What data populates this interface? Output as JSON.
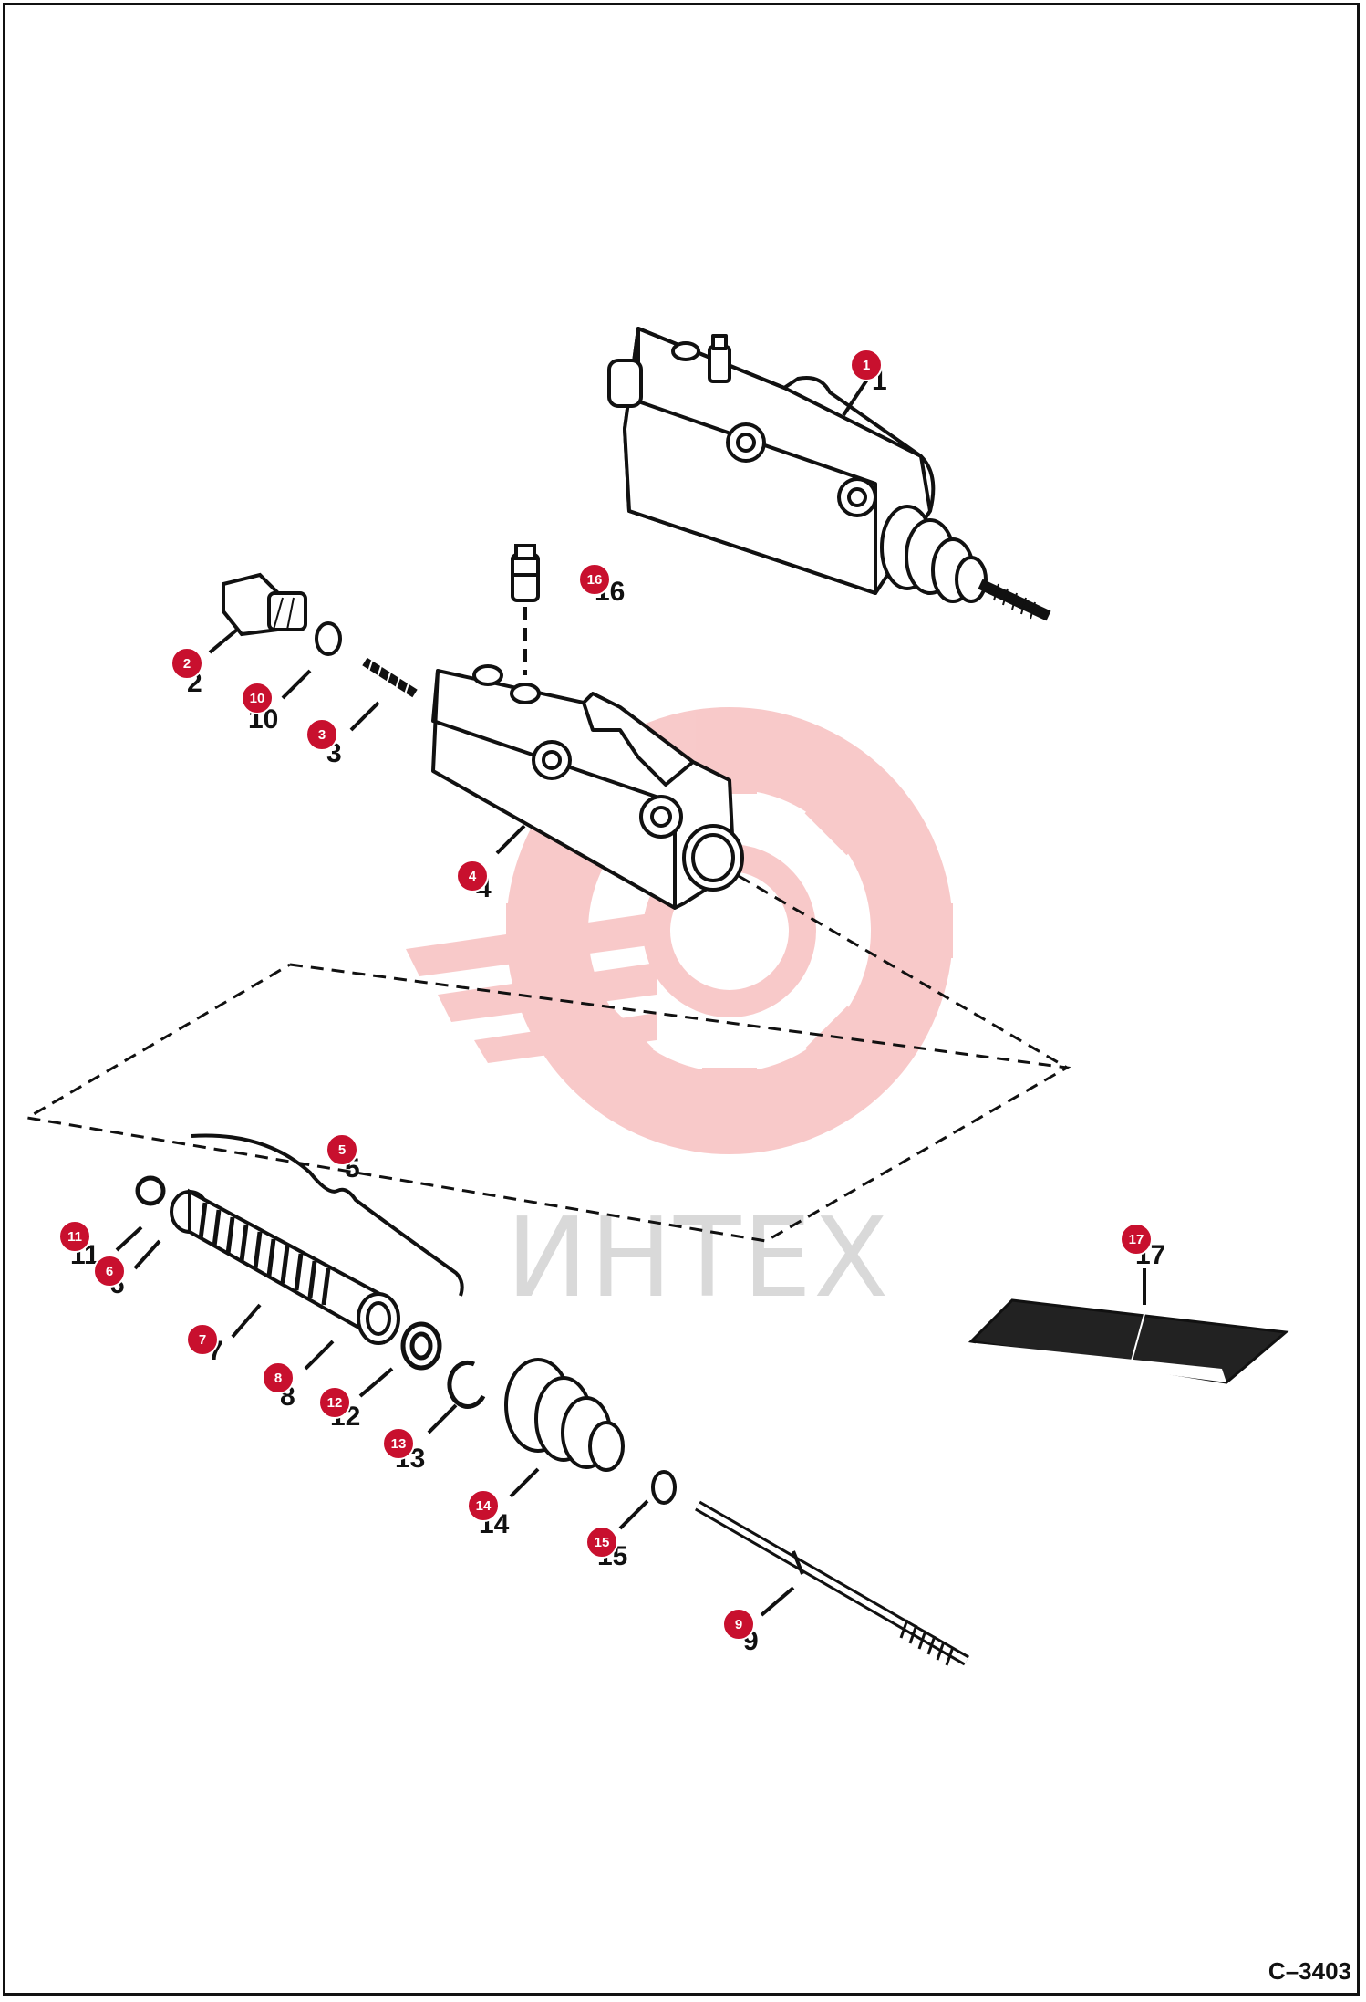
{
  "drawing_id": "C–3403",
  "watermark": {
    "text": "ИНТЕХ",
    "icon": "gear-logo-icon",
    "color": "#f2b8b8"
  },
  "callout_color": "#c8102e",
  "callouts": [
    {
      "id": "1",
      "label": "1"
    },
    {
      "id": "2",
      "label": "2"
    },
    {
      "id": "3",
      "label": "3"
    },
    {
      "id": "4",
      "label": "4"
    },
    {
      "id": "5",
      "label": "5"
    },
    {
      "id": "6",
      "label": "6"
    },
    {
      "id": "7",
      "label": "7"
    },
    {
      "id": "8",
      "label": "8"
    },
    {
      "id": "9",
      "label": "9"
    },
    {
      "id": "10",
      "label": "10"
    },
    {
      "id": "11",
      "label": "11"
    },
    {
      "id": "12",
      "label": "12"
    },
    {
      "id": "13",
      "label": "13"
    },
    {
      "id": "14",
      "label": "14"
    },
    {
      "id": "15",
      "label": "15"
    },
    {
      "id": "16",
      "label": "16"
    },
    {
      "id": "17",
      "label": "17"
    }
  ]
}
